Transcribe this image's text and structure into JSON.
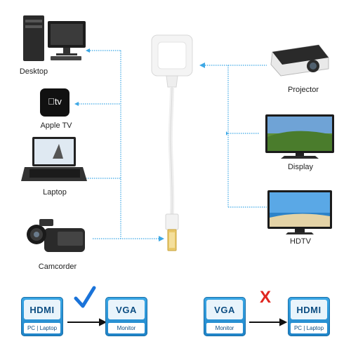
{
  "sources": [
    {
      "label": "Desktop"
    },
    {
      "label": "Apple TV"
    },
    {
      "label": "Laptop"
    },
    {
      "label": "Camcorder"
    }
  ],
  "displays": [
    {
      "label": "Projector"
    },
    {
      "label": "Display"
    },
    {
      "label": "HDTV"
    }
  ],
  "apple_tv_badge": "tv",
  "compat": {
    "valid": {
      "from": {
        "port": "HDMI",
        "device": "PC | Laptop"
      },
      "to": {
        "port": "VGA",
        "device": "Monitor"
      },
      "mark": "check-icon"
    },
    "invalid": {
      "from": {
        "port": "VGA",
        "device": "Monitor"
      },
      "to": {
        "port": "HDMI",
        "device": "PC | Laptop"
      },
      "mark_text": "X"
    }
  },
  "colors": {
    "line": "#3ea8e5",
    "check": "#1a73d9",
    "cross": "#e0261f",
    "card": "#2b96d8"
  }
}
